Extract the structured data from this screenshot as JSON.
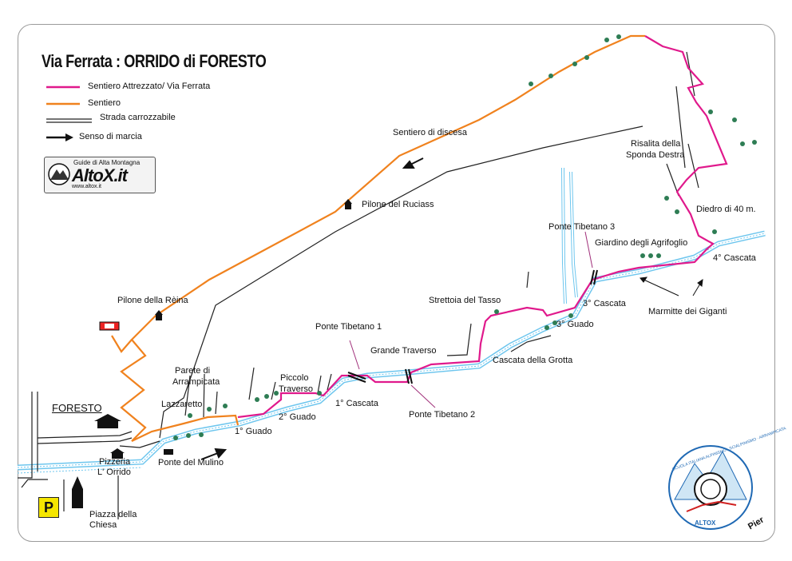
{
  "title": "Via Ferrata : ORRIDO di FORESTO",
  "legend": {
    "items": [
      {
        "label": "Sentiero Attrezzato/ Via Ferrata",
        "color": "#e0198c"
      },
      {
        "label": "Sentiero",
        "color": "#f0821e"
      },
      {
        "label": "Strada carrozzabile",
        "color": "#222222"
      },
      {
        "label": "Senso di marcia",
        "color": "#222222"
      }
    ]
  },
  "logo": {
    "tagline": "Guide di Alta Montagna",
    "name": "AltoX.it",
    "url": "www.altox.it"
  },
  "labels": {
    "sentiero_discesa": "Sentiero di discesa",
    "pilone_ruciass": "Pilone del Ruciass",
    "pilone_reina": "Pilone della Rèina",
    "risalita_line1": "Risalita della",
    "risalita_line2": "Sponda Destra",
    "diedro": "Diedro di 40 m.",
    "ponte_tibetano_3": "Ponte Tibetano 3",
    "giardino": "Giardino degli Agrifoglio",
    "cascata_4": "4° Cascata",
    "marmitte": "Marmitte dei Giganti",
    "cascata_3": "3° Cascata",
    "guado_3": "3° Guado",
    "strettoia": "Strettoia del Tasso",
    "ponte_tibetano_1": "Ponte Tibetano 1",
    "grande_traverso": "Grande Traverso",
    "cascata_grotta": "Cascata della Grotta",
    "parete_line1": "Parete di",
    "parete_line2": "Arrampicata",
    "piccolo_line1": "Piccolo",
    "piccolo_line2": "Traverso",
    "lazzaretto": "Lazzaretto",
    "cascata_1": "1° Cascata",
    "ponte_tibetano_2": "Ponte Tibetano 2",
    "guado_2": "2° Guado",
    "guado_1": "1° Guado",
    "foresto": "FORESTO",
    "ponte_mulino": "Ponte del Mulino",
    "pizzeria_line1": "Pizzeria",
    "pizzeria_line2": "L' Orrido",
    "piazza_line1": "Piazza della",
    "piazza_line2": "Chiesa",
    "parking": "P",
    "author": "Pier"
  },
  "school_logo": {
    "ring_text": "SCUOLA ITALIANA ALPINISMO · SCIALPINISMO · ARRAMPICATA",
    "name": "ALTOX"
  }
}
